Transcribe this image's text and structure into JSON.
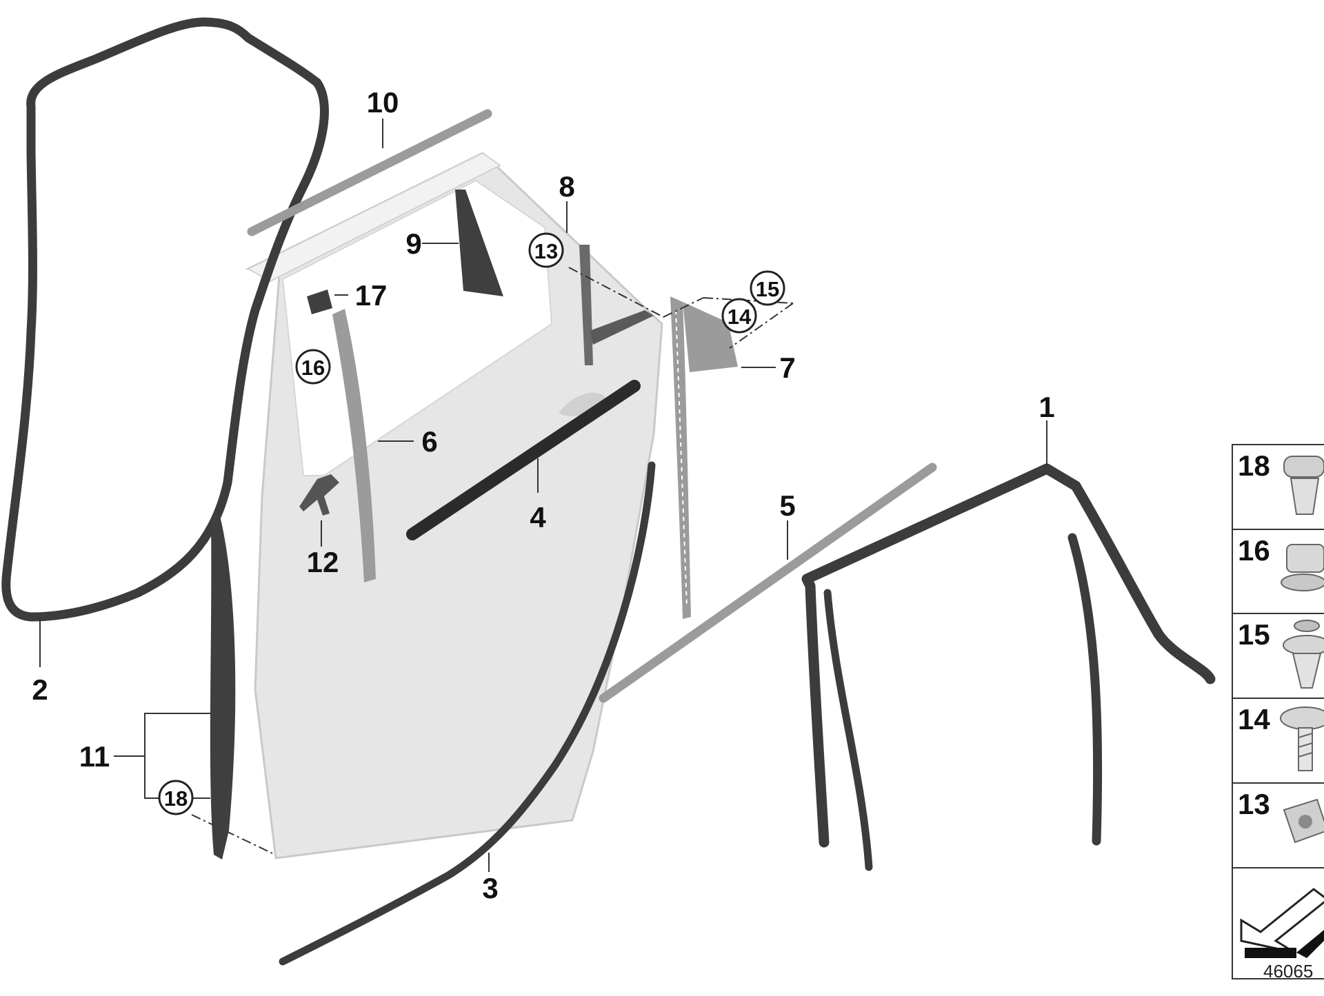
{
  "diagram": {
    "reference_number": "46065",
    "callouts": [
      {
        "id": "c1",
        "label": "1"
      },
      {
        "id": "c2",
        "label": "2"
      },
      {
        "id": "c3",
        "label": "3"
      },
      {
        "id": "c4",
        "label": "4"
      },
      {
        "id": "c5",
        "label": "5"
      },
      {
        "id": "c6",
        "label": "6"
      },
      {
        "id": "c7",
        "label": "7"
      },
      {
        "id": "c8",
        "label": "8"
      },
      {
        "id": "c9",
        "label": "9"
      },
      {
        "id": "c10",
        "label": "10"
      },
      {
        "id": "c11",
        "label": "11"
      },
      {
        "id": "c12",
        "label": "12"
      },
      {
        "id": "c17",
        "label": "17"
      }
    ],
    "circled_callouts": [
      {
        "id": "k13",
        "label": "13"
      },
      {
        "id": "k14",
        "label": "14"
      },
      {
        "id": "k15",
        "label": "15"
      },
      {
        "id": "k16",
        "label": "16"
      },
      {
        "id": "k18",
        "label": "18"
      }
    ],
    "fastener_panel": [
      {
        "label": "18",
        "icon": "clip-icon"
      },
      {
        "label": "16",
        "icon": "expanding-nut-icon"
      },
      {
        "label": "15",
        "icon": "push-rivet-icon"
      },
      {
        "label": "14",
        "icon": "screw-icon"
      },
      {
        "label": "13",
        "icon": "clip-nut-icon"
      },
      {
        "label": "",
        "icon": "view-direction-arrow-icon"
      }
    ],
    "colors": {
      "door_panel": "#e6e6e6",
      "seal_dark": "#3c3c3c",
      "trim_gray": "#9b9b9b",
      "outline": "#555555"
    }
  }
}
